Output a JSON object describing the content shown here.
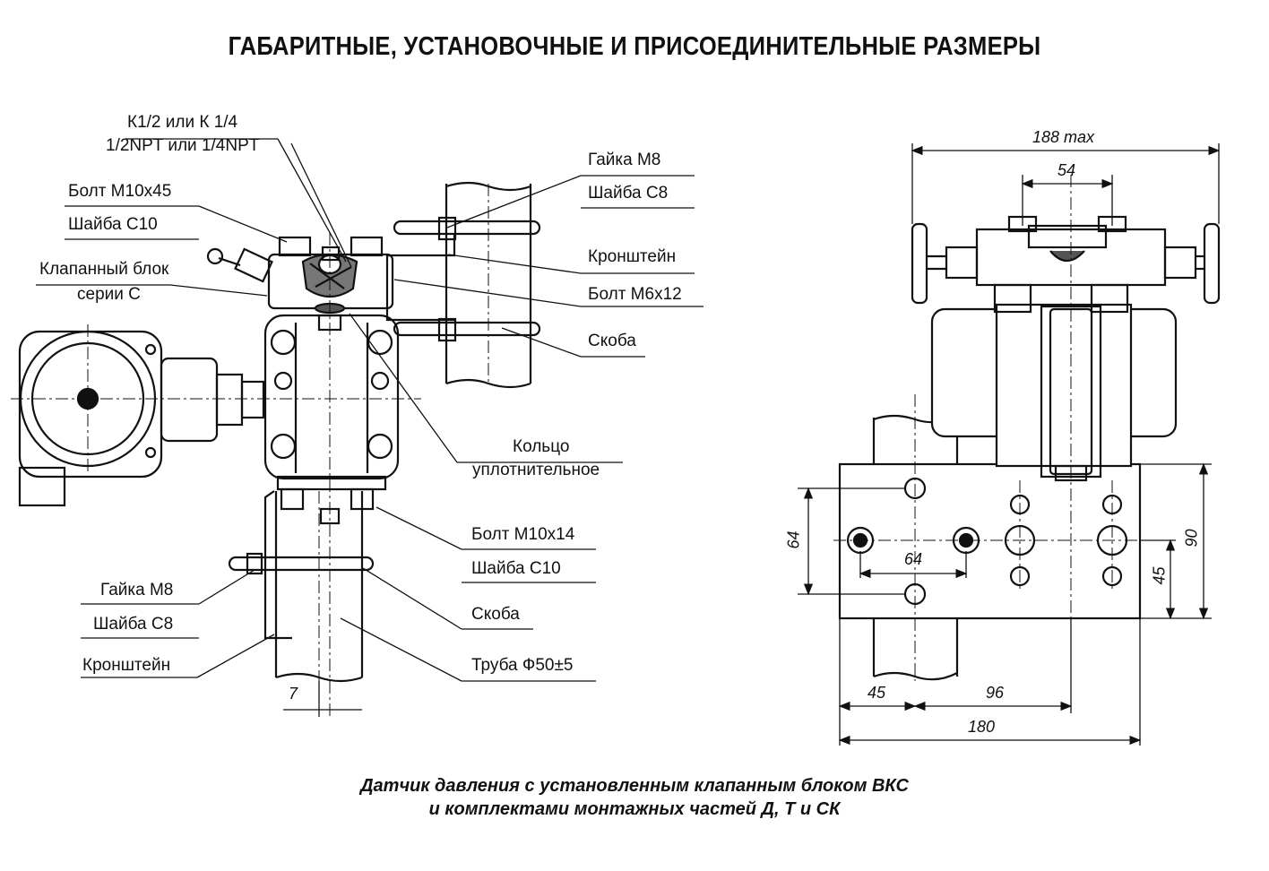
{
  "title": "ГАБАРИТНЫЕ, УСТАНОВОЧНЫЕ И ПРИСОЕДИНИТЕЛЬНЫЕ РАЗМЕРЫ",
  "left_labels": {
    "thread_1": "К1/2 или К 1/4",
    "thread_2": "1/2NPT или 1/4NPT",
    "bolt_m10x45": "Болт М10х45",
    "washer_c10_top": "Шайба С10",
    "valve_block_1": "Клапанный блок",
    "valve_block_2": "серии С",
    "nut_m8_top": "Гайка М8",
    "washer_c8_top": "Шайба С8",
    "bracket_top": "Кронштейн",
    "bolt_m6x12": "Болт М6х12",
    "clamp_top": "Скоба",
    "ring_1": "Кольцо",
    "ring_2": "уплотнительное",
    "bolt_m10x14": "Болт М10х14",
    "washer_c10_bottom": "Шайба С10",
    "clamp_bottom": "Скоба",
    "pipe": "Труба Ф50±5",
    "nut_m8_bottom": "Гайка М8",
    "washer_c8_bottom": "Шайба С8",
    "bracket_bottom": "Кронштейн",
    "dim_7": "7"
  },
  "right_dims": {
    "d188": "188 max",
    "d54": "54",
    "d64v": "64",
    "d64h": "64",
    "d90": "90",
    "d45v": "45",
    "d45h": "45",
    "d96": "96",
    "d180": "180"
  },
  "caption": {
    "line1": "Датчик давления с установленным клапанным блоком ВКС",
    "line2": "и комплектами монтажных частей Д, Т и СК"
  }
}
